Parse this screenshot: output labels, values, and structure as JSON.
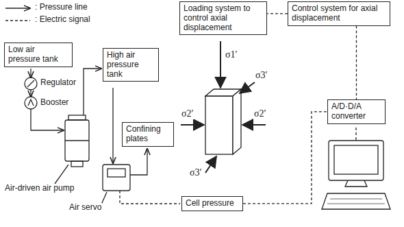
{
  "diagram": {
    "nodes": [
      {
        "text": [
          "Low air pressure tank"
        ]
      },
      {
        "text": [
          "High air pressure tank"
        ]
      },
      {
        "text": [
          "Loading system to control axial displacement"
        ]
      },
      {
        "text": [
          "Control system for axial displacement"
        ]
      },
      {
        "text": [
          "Confining plates"
        ]
      },
      {
        "text": [
          "A/D·D/A converter"
        ]
      },
      {
        "text": [
          "Cell pressure"
        ]
      }
    ],
    "edges": [
      {
        "from": 3,
        "to": 2,
        "arrow": "none"
      },
      {
        "from": 3,
        "to": 5,
        "arrow": "none"
      },
      {
        "from": 6,
        "to": 5,
        "arrow": "none"
      }
    ],
    "labels": [
      "Regulator",
      "Booster",
      "Air-driven air pump",
      "Air servo",
      "σ1′",
      "σ3′",
      "σ2′",
      "σ2′",
      "σ3′"
    ],
    "legend": [
      {
        "text": ": Pressure line"
      },
      {
        "text": ": Electric signal"
      }
    ]
  }
}
